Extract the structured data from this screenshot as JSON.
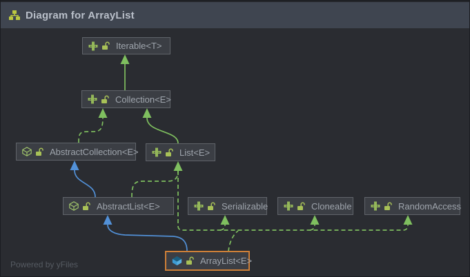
{
  "window": {
    "title": "Diagram for ArrayList",
    "title_icon": "hierarchy-icon"
  },
  "canvas": {
    "watermark": "Powered by yFiles"
  },
  "diagram": {
    "nodes": [
      {
        "id": "iterable",
        "label": "Iterable<T>",
        "kind": "interface",
        "visibility": "public"
      },
      {
        "id": "collection",
        "label": "Collection<E>",
        "kind": "interface",
        "visibility": "public"
      },
      {
        "id": "abstract-collection",
        "label": "AbstractCollection<E>",
        "kind": "abstract-class",
        "visibility": "public"
      },
      {
        "id": "list",
        "label": "List<E>",
        "kind": "interface",
        "visibility": "public"
      },
      {
        "id": "abstract-list",
        "label": "AbstractList<E>",
        "kind": "abstract-class",
        "visibility": "public"
      },
      {
        "id": "serializable",
        "label": "Serializable",
        "kind": "interface",
        "visibility": "public"
      },
      {
        "id": "cloneable",
        "label": "Cloneable",
        "kind": "interface",
        "visibility": "public"
      },
      {
        "id": "random-access",
        "label": "RandomAccess",
        "kind": "interface",
        "visibility": "public"
      },
      {
        "id": "array-list",
        "label": "ArrayList<E>",
        "kind": "class",
        "visibility": "public",
        "selected": true
      }
    ],
    "edges": [
      {
        "from": "Collection<E>",
        "to": "Iterable<T>",
        "relation": "extends",
        "style": "solid",
        "color": "green"
      },
      {
        "from": "List<E>",
        "to": "Collection<E>",
        "relation": "extends",
        "style": "solid",
        "color": "green"
      },
      {
        "from": "AbstractCollection<E>",
        "to": "Collection<E>",
        "relation": "implements",
        "style": "dashed",
        "color": "green"
      },
      {
        "from": "AbstractList<E>",
        "to": "AbstractCollection<E>",
        "relation": "extends",
        "style": "solid",
        "color": "blue"
      },
      {
        "from": "AbstractList<E>",
        "to": "List<E>",
        "relation": "implements",
        "style": "dashed",
        "color": "green"
      },
      {
        "from": "ArrayList<E>",
        "to": "AbstractList<E>",
        "relation": "extends",
        "style": "solid",
        "color": "blue"
      },
      {
        "from": "ArrayList<E>",
        "to": "List<E>",
        "relation": "implements",
        "style": "dashed",
        "color": "green"
      },
      {
        "from": "ArrayList<E>",
        "to": "Serializable",
        "relation": "implements",
        "style": "dashed",
        "color": "green"
      },
      {
        "from": "ArrayList<E>",
        "to": "Cloneable",
        "relation": "implements",
        "style": "dashed",
        "color": "green"
      },
      {
        "from": "ArrayList<E>",
        "to": "RandomAccess",
        "relation": "implements",
        "style": "dashed",
        "color": "green"
      }
    ]
  },
  "colors": {
    "edge_green": "#7fbf5f",
    "edge_blue": "#5291d8",
    "selection_orange": "#cf8038",
    "node_fill": "#3b3e44",
    "node_border": "#60646a",
    "canvas_bg": "#2a2c31",
    "titlebar_bg": "#3f4550",
    "icon_green": "#94b759",
    "lock_green": "#a8c157",
    "class_blue": "#3c9bd3",
    "title_icon_yellow": "#bcc841"
  }
}
